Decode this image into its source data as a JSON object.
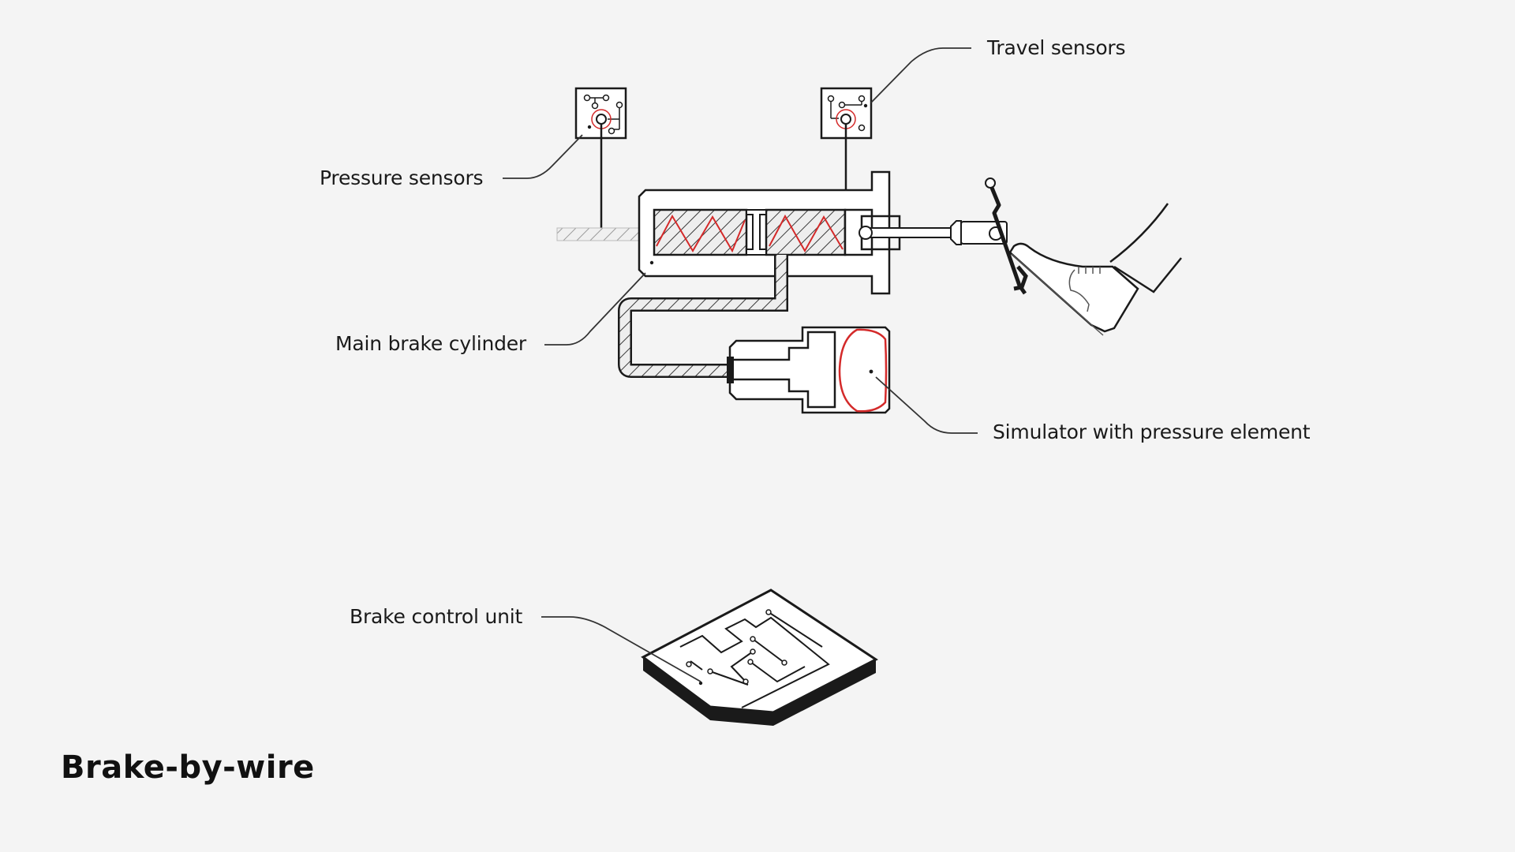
{
  "title": "Brake-by-wire",
  "labels": {
    "travel_sensors": "Travel sensors",
    "pressure_sensors": "Pressure sensors",
    "main_brake_cylinder": "Main brake cylinder",
    "simulator": "Simulator with pressure element",
    "brake_control_unit": "Brake control unit"
  },
  "colors": {
    "background": "#f4f4f4",
    "line": "#1a1a1a",
    "accent_red": "#d42a2a",
    "hatch": "#4a4a4a"
  }
}
